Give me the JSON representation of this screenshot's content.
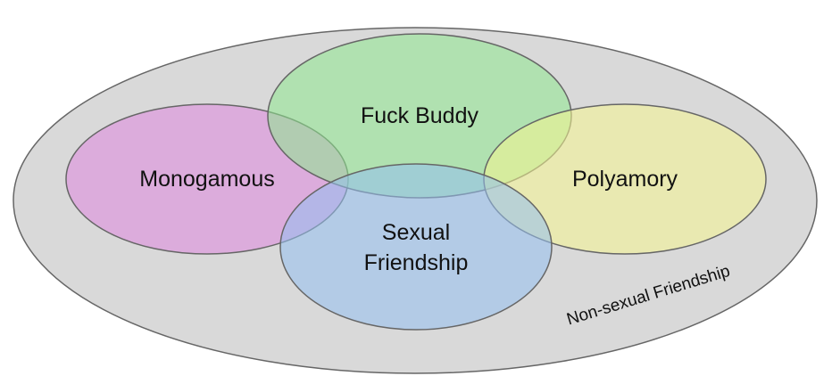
{
  "diagram": {
    "outer_label": "Non-sexual Friendship",
    "sets": [
      {
        "id": "monogamous",
        "label": "Monogamous",
        "color": "#e080e0"
      },
      {
        "id": "fuck-buddy",
        "label": "Fuck Buddy",
        "color": "#8ee88e"
      },
      {
        "id": "polyamory",
        "label": "Polyamory",
        "color": "#f0f090"
      },
      {
        "id": "sexual-friendship",
        "label_lines": [
          "Sexual",
          "Friendship"
        ],
        "color": "#94c0f0"
      }
    ],
    "outer_color": "#d9d9d9"
  }
}
